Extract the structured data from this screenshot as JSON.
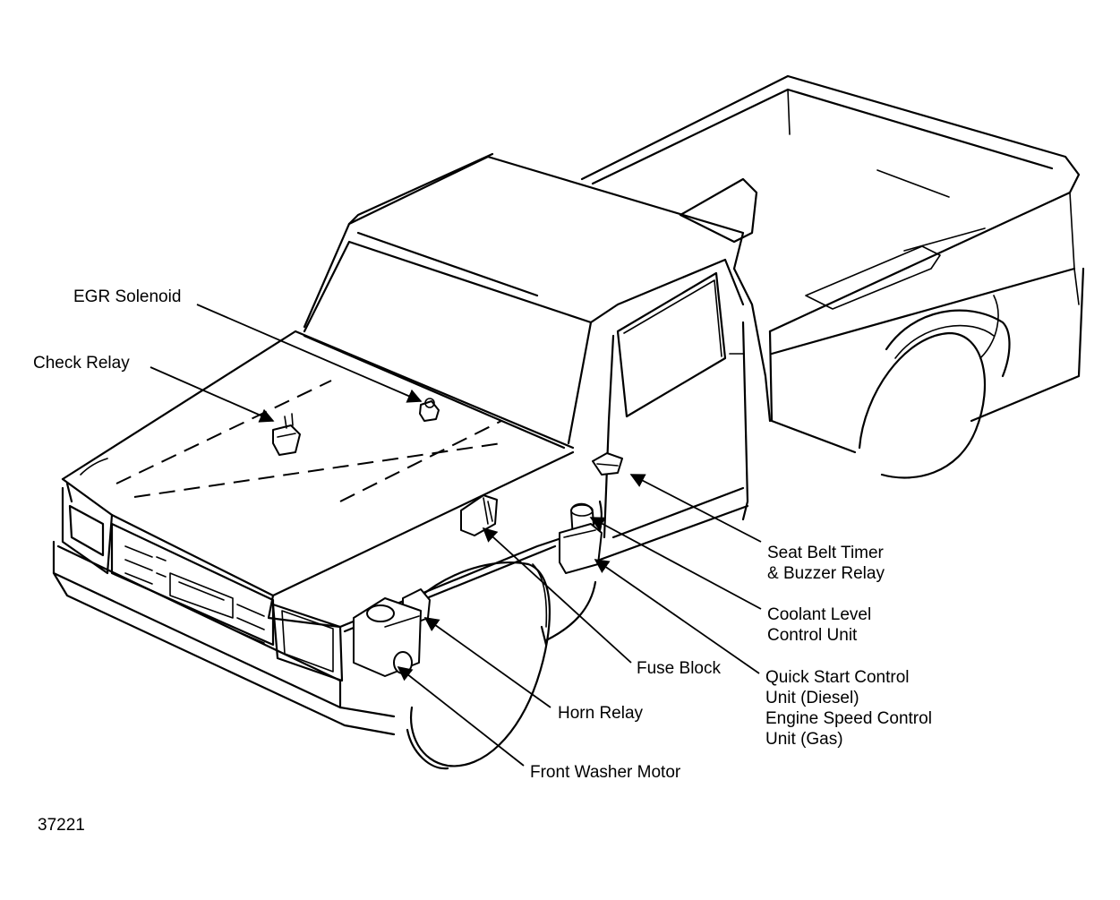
{
  "figure_id": "37221",
  "labels": {
    "egr_solenoid": "EGR Solenoid",
    "check_relay": "Check Relay",
    "seat_belt_1": "Seat Belt Timer",
    "seat_belt_2": "& Buzzer Relay",
    "coolant_1": "Coolant Level",
    "coolant_2": "Control Unit",
    "fuse_block": "Fuse Block",
    "quick_start_1": "Quick Start Control",
    "quick_start_2": "Unit (Diesel)",
    "quick_start_3": "Engine Speed Control",
    "quick_start_4": "Unit (Gas)",
    "horn_relay": "Horn Relay",
    "front_washer": "Front Washer Motor"
  }
}
